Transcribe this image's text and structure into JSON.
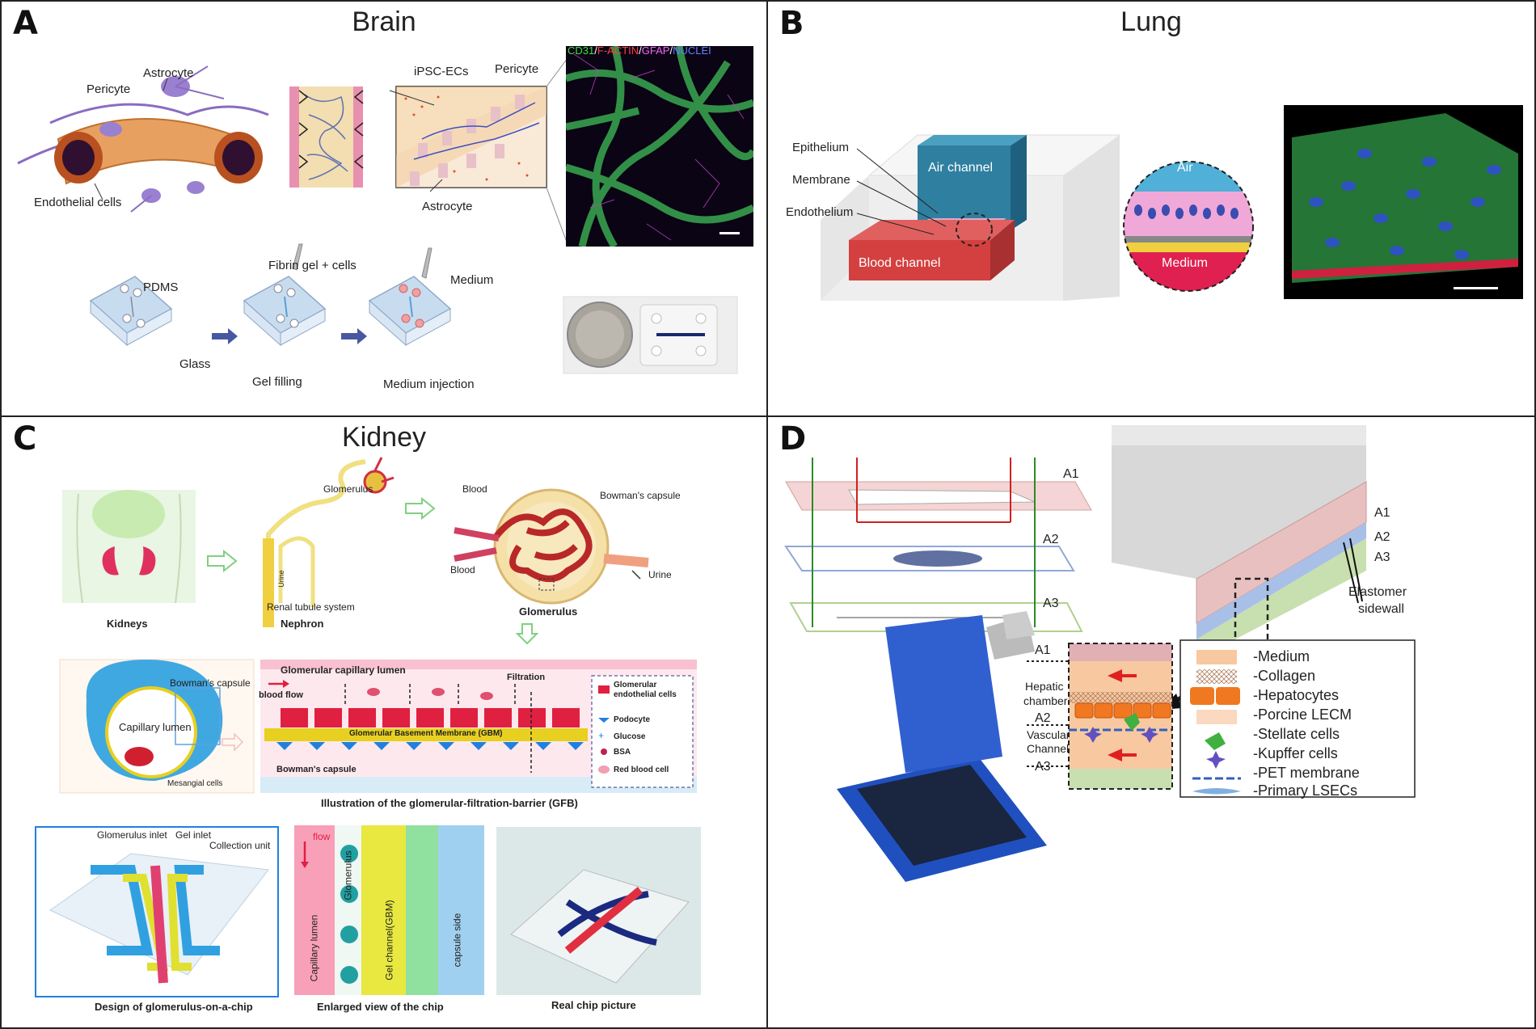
{
  "panels": {
    "A": {
      "letter": "A",
      "title": "Brain",
      "labels": {
        "astrocyte_top": "Astrocyte",
        "pericyte_left": "Pericyte",
        "endothelial": "Endothelial cells",
        "ipsc": "iPSC-ECs",
        "pericyte_mid": "Pericyte",
        "astrocyte_mid": "Astrocyte",
        "stain_cd31": "CD31",
        "stain_factin": "F-ACTIN",
        "stain_gfap": "GFAP",
        "stain_nuclei": "NUCLEI",
        "fibrin": "Fibrin gel + cells",
        "pdms": "PDMS",
        "glass": "Glass",
        "gel_filling": "Gel filling",
        "medium": "Medium",
        "medium_injection": "Medium injection",
        "sep": "/"
      }
    },
    "B": {
      "letter": "B",
      "title": "Lung",
      "labels": {
        "epithelium": "Epithelium",
        "membrane": "Membrane",
        "endothelium": "Endothelium",
        "air_channel": "Air channel",
        "blood_channel": "Blood channel",
        "air": "Air",
        "medium": "Medium"
      }
    },
    "C": {
      "letter": "C",
      "title": "Kidney",
      "labels": {
        "kidneys": "Kidneys",
        "nephron": "Nephron",
        "glomerulus_small": "Glomerulus",
        "renal_tubule": "Renal tubule system",
        "urine_vert": "Urine",
        "blood_top": "Blood",
        "blood_bottom": "Blood",
        "bowman_top": "Bowman's capsule",
        "urine": "Urine",
        "glomerulus_big": "Glomerulus",
        "bowman_left": "Bowman's capsule",
        "capillary_lumen": "Capillary lumen",
        "mesangial": "Mesangial cells",
        "glom_cap_lumen": "Glomerular capillary lumen",
        "blood_flow": "blood flow",
        "filtration": "Filtration",
        "gbm": "Glomerular Basement Membrane (GBM)",
        "bowman_bottom": "Bowman's capsule",
        "legend_endo": "Glomerular endothelial cells",
        "legend_podocyte": "Podocyte",
        "legend_glucose": "Glucose",
        "legend_bsa": "BSA",
        "legend_rbc": "Red blood cell",
        "gfb_caption": "Illustration of the glomerular-filtration-barrier (GFB)",
        "glom_inlet": "Glomerulus inlet",
        "gel_inlet": "Gel inlet",
        "collection_unit": "Collection unit",
        "flow": "flow",
        "glomerulus_vert": "Glomerulus",
        "capillary_lumen_vert": "Capillary lumen",
        "gel_channel": "Gel channel(GBM)",
        "capsule_side": "capsule side",
        "cap_design": "Design of glomerulus-on-a-chip",
        "cap_enlarged": "Enlarged view of the chip",
        "cap_real": "Real chip picture"
      }
    },
    "D": {
      "letter": "D",
      "title": "Liver",
      "labels": {
        "a1_left": "A1",
        "a2_left": "A2",
        "a3_left": "A3",
        "a1_right": "A1",
        "a2_right": "A2",
        "a3_right": "A3",
        "elastomer": "Elastomer",
        "sidewall": "sidewall",
        "a1_stack": "A1",
        "hepatic": "Hepatic",
        "chamber": "chamber",
        "a2_stack": "A2",
        "vascular": "Vascular",
        "channel": "Channel",
        "a3_stack": "A3"
      },
      "legend": [
        "-Medium",
        "-Collagen",
        "-Hepatocytes",
        "-Porcine LECM",
        "-Stellate cells",
        "-Kupffer cells",
        "-PET membrane",
        "-Primary LSECs"
      ]
    }
  },
  "colors": {
    "border": "#222222",
    "air_blue": "#2f7fa0",
    "blood_red": "#d44040",
    "liver_pink": "#e8b8b8",
    "liver_blue": "#a8c0e8",
    "liver_green": "#c8e0b0",
    "medium_orange": "#f8c8a0",
    "hepatocyte_orange": "#f08030",
    "kidney_red": "#e0305a",
    "gbm_yellow": "#e8d020",
    "chip_blue": "#2050c0"
  }
}
